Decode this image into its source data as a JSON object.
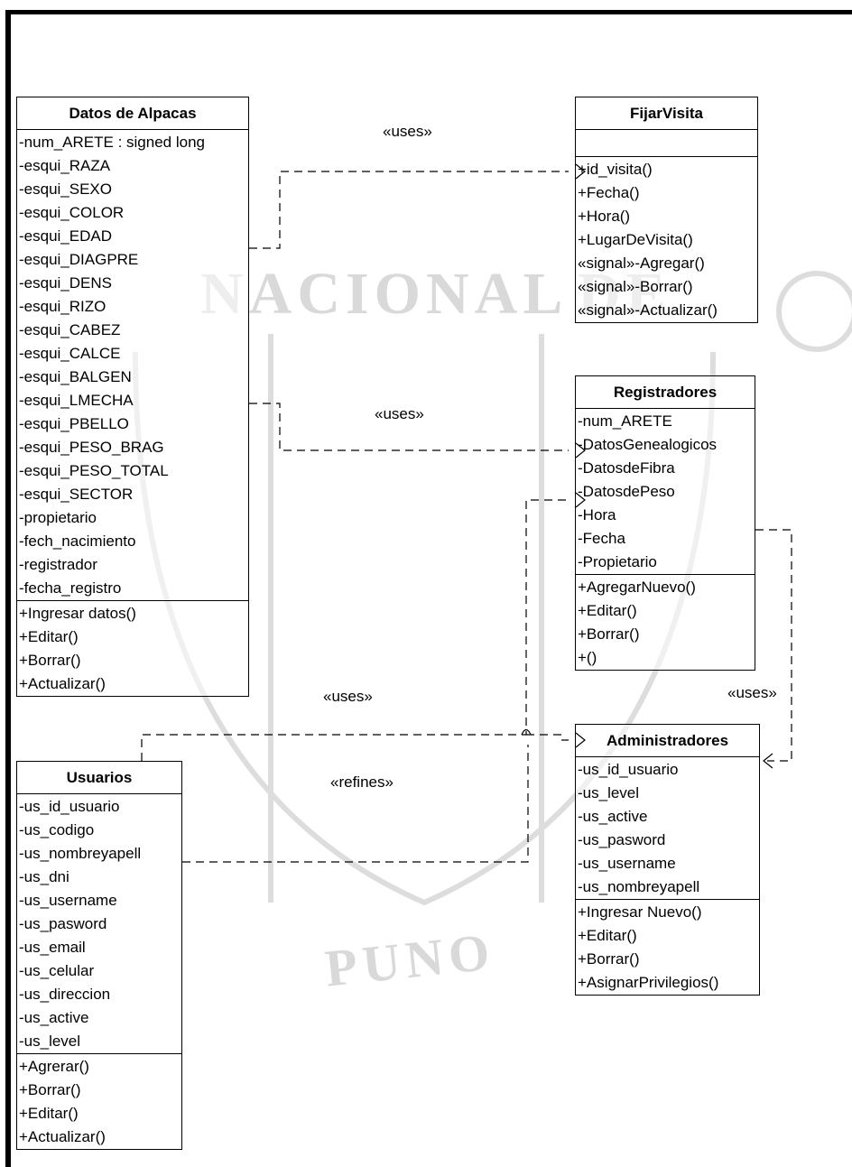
{
  "classes": {
    "datos_alpacas": {
      "name": "Datos de Alpacas",
      "attributes": [
        "-num_ARETE : signed long",
        "-esqui_RAZA",
        "-esqui_SEXO",
        "-esqui_COLOR",
        "-esqui_EDAD",
        "-esqui_DIAGPRE",
        "-esqui_DENS",
        "-esqui_RIZO",
        "-esqui_CABEZ",
        "-esqui_CALCE",
        "-esqui_BALGEN",
        "-esqui_LMECHA",
        "-esqui_PBELLO",
        "-esqui_PESO_BRAG",
        "-esqui_PESO_TOTAL",
        "-esqui_SECTOR",
        "-propietario",
        "-fech_nacimiento",
        "-registrador",
        "-fecha_registro"
      ],
      "operations": [
        "+Ingresar datos()",
        "+Editar()",
        "+Borrar()",
        "+Actualizar()"
      ]
    },
    "fijar_visita": {
      "name": "FijarVisita",
      "attributes": [],
      "operations": [
        "+id_visita()",
        "+Fecha()",
        "+Hora()",
        "+LugarDeVisita()",
        "«signal»-Agregar()",
        "«signal»-Borrar()",
        "«signal»-Actualizar()"
      ]
    },
    "registradores": {
      "name": "Registradores",
      "attributes": [
        "-num_ARETE",
        "-DatosGenealogicos",
        "-DatosdeFibra",
        "-DatosdePeso",
        "-Hora",
        "-Fecha",
        "-Propietario"
      ],
      "operations": [
        "+AgregarNuevo()",
        "+Editar()",
        "+Borrar()",
        "+()"
      ]
    },
    "usuarios": {
      "name": "Usuarios",
      "attributes": [
        "-us_id_usuario",
        "-us_codigo",
        "-us_nombreyapell",
        "-us_dni",
        "-us_username",
        "-us_pasword",
        "-us_email",
        "-us_celular",
        "-us_direccion",
        "-us_active",
        "-us_level"
      ],
      "operations": [
        "+Agrerar()",
        "+Borrar()",
        "+Editar()",
        "+Actualizar()"
      ]
    },
    "administradores": {
      "name": "Administradores",
      "attributes": [
        "-us_id_usuario",
        "-us_level",
        "-us_active",
        "-us_pasword",
        "-us_username",
        "-us_nombreyapell"
      ],
      "operations": [
        "+Ingresar Nuevo()",
        "+Editar()",
        "+Borrar()",
        "+AsignarPrivilegios()"
      ]
    }
  },
  "relations": {
    "uses_1": "«uses»",
    "uses_2": "«uses»",
    "uses_3": "«uses»",
    "uses_4": "«uses»",
    "refines": "«refines»"
  },
  "watermark": {
    "text_1": "NACIONAL",
    "text_2": "DE",
    "text_3": "PUNO"
  }
}
